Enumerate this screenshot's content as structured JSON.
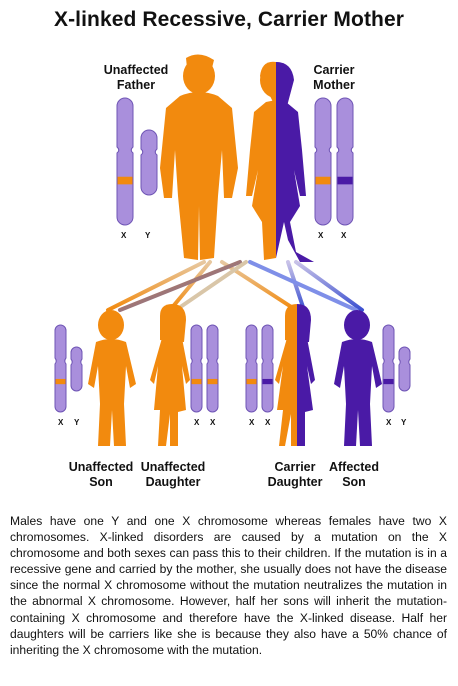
{
  "title": "X-linked Recessive, Carrier Mother",
  "parents": {
    "father": {
      "label_line1": "Unaffected",
      "label_line2": "Father",
      "chromosomes": [
        "X",
        "Y"
      ]
    },
    "mother": {
      "label_line1": "Carrier",
      "label_line2": "Mother",
      "chromosomes": [
        "X",
        "X"
      ]
    }
  },
  "children": [
    {
      "label_line1": "Unaffected",
      "label_line2": "Son",
      "chromosomes": [
        "X",
        "Y"
      ]
    },
    {
      "label_line1": "Unaffected",
      "label_line2": "Daughter",
      "chromosomes": [
        "X",
        "X"
      ]
    },
    {
      "label_line1": "Carrier",
      "label_line2": "Daughter",
      "chromosomes": [
        "X",
        "X"
      ]
    },
    {
      "label_line1": "Affected",
      "label_line2": "Son",
      "chromosomes": [
        "X",
        "Y"
      ]
    }
  ],
  "description": "Males have one Y and one X chromosome whereas females have two X chromosomes.  X-linked disorders are caused by a mutation on the X chromosome and both sexes can pass this to their children.  If the mutation is in a recessive gene and carried by the mother, she usually does not have the disease since the normal X chromosome without the mutation neutralizes the mutation in the abnormal X chromosome.  However, half her sons will inherit the mutation-containing X chromosome and therefore have the X-linked disease.  Half her daughters will be carriers like she is because they also have a 50% chance of inheriting the X chromosome with the mutation.",
  "colors": {
    "unaffected": "#f28a0e",
    "affected": "#4a1aa6",
    "chromosome": "#a98fdc",
    "chromosome_outline": "#6f55b5"
  }
}
